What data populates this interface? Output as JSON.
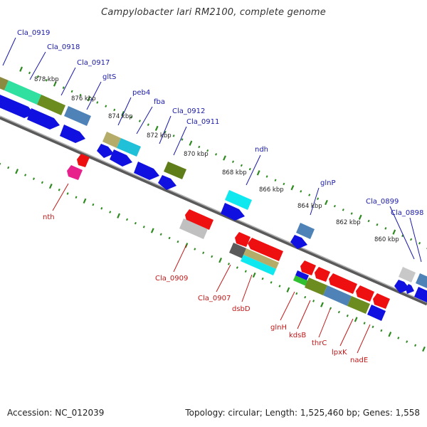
{
  "title": "Campylobacter lari RM2100, complete genome",
  "footer": {
    "accession": "Accession: NC_012039",
    "summary": "Topology: circular; Length: 1,525,460 bp; Genes: 1,558"
  },
  "colors": {
    "backbone": "#777777",
    "tick": "#2e8b20",
    "forward_label": "#1a1aa8",
    "reverse_label": "#c01818",
    "kbp_label": "#222222"
  },
  "kbp_labels": [
    "878 kbp",
    "876 kbp",
    "874 kbp",
    "872 kbp",
    "870 kbp",
    "868 kbp",
    "866 kbp",
    "864 kbp",
    "862 kbp",
    "860 kbp"
  ],
  "forward_genes": [
    "Cla_0919",
    "Cla_0918",
    "Cla_0917",
    "gltS",
    "peb4",
    "fba",
    "Cla_0912",
    "Cla_0911",
    "ndh",
    "glnP",
    "Cla_0899",
    "Cla_0898"
  ],
  "reverse_genes": [
    "nth",
    "Cla_0909",
    "Cla_0907",
    "dsbD",
    "glnH",
    "kdsB",
    "thrC",
    "lpxK",
    "nadE"
  ]
}
